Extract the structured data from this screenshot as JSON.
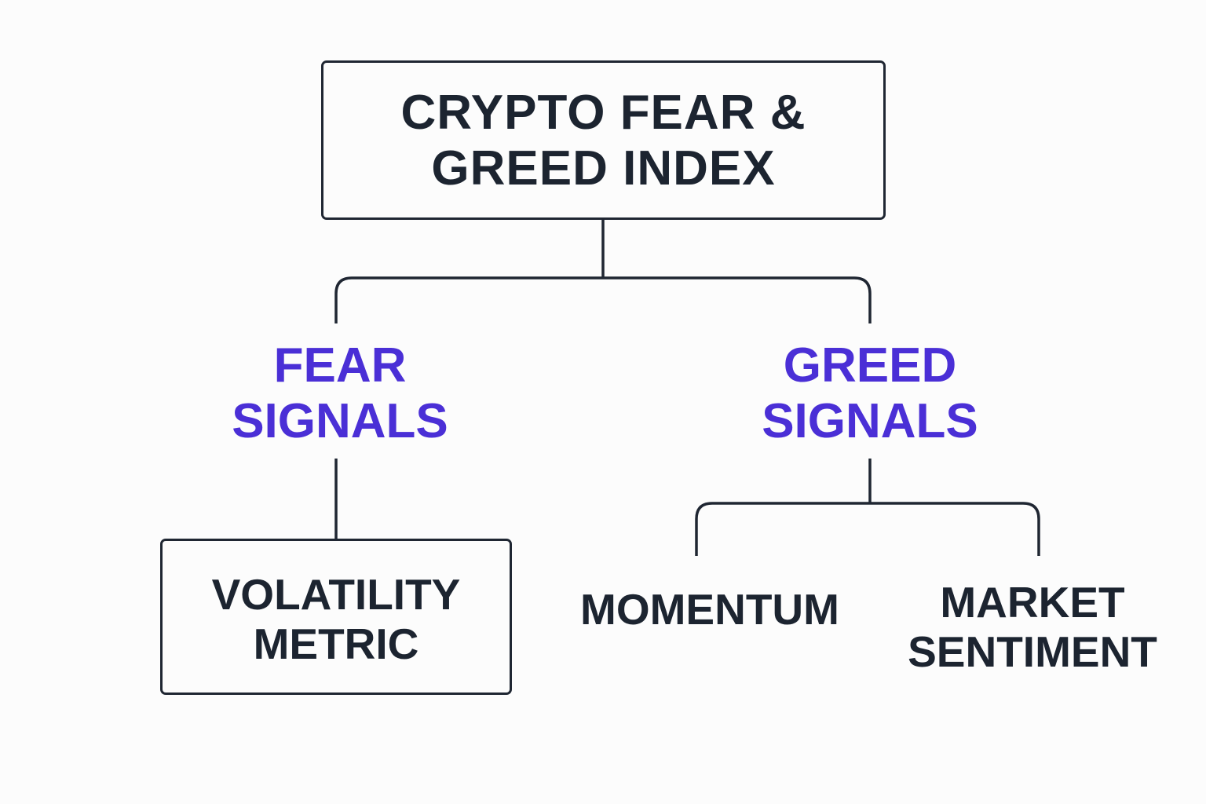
{
  "root": {
    "line1": "CRYPTO FEAR &",
    "line2": "GREED INDEX"
  },
  "fear": {
    "line1": "FEAR",
    "line2": "SIGNALS"
  },
  "greed": {
    "line1": "GREED",
    "line2": "SIGNALS"
  },
  "volatility": {
    "line1": "VOLATILITY",
    "line2": "METRIC"
  },
  "momentum": {
    "line1": "MOMENTUM"
  },
  "market_sentiment": {
    "line1": "MARKET",
    "line2": "SENTIMENT"
  },
  "colors": {
    "text": "#1c2430",
    "accent": "#4a2fd6",
    "lines": "#1f2632",
    "background": "#fcfcfc"
  }
}
